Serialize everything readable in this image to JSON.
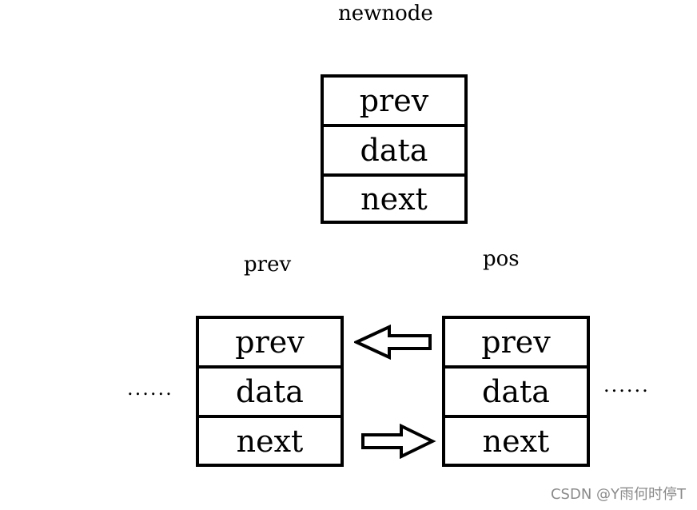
{
  "newnode": {
    "title": "newnode",
    "fields": [
      "prev",
      "data",
      "next"
    ]
  },
  "prev_node": {
    "title": "prev",
    "fields": [
      "prev",
      "data",
      "next"
    ]
  },
  "pos_node": {
    "title": "pos",
    "fields": [
      "prev",
      "data",
      "next"
    ]
  },
  "ellipsis_left": "......",
  "ellipsis_right": "......",
  "watermark": "CSDN @Y雨何时停T"
}
